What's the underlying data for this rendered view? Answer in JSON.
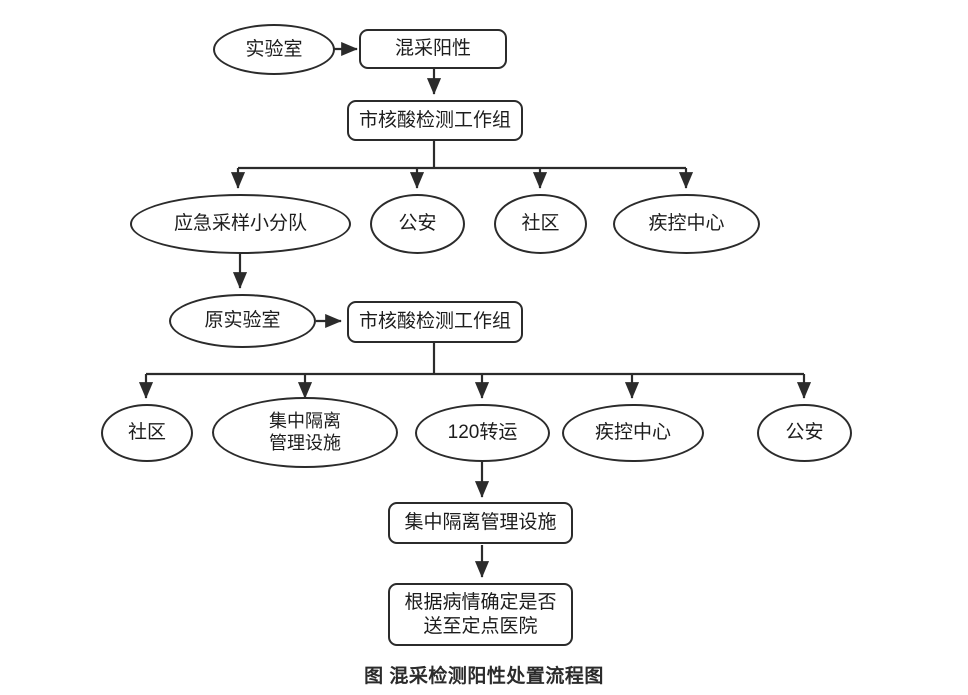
{
  "figure": {
    "caption": "图 混采检测阳性处置流程图",
    "background_color": "#ffffff",
    "line_color": "#2b2b2b",
    "text_color": "#1d1d1d"
  },
  "nodes": {
    "lab": {
      "label": "实验室",
      "shape": "ellipse"
    },
    "pooled_positive": {
      "label": "混采阳性",
      "shape": "rounded-rect"
    },
    "city_workgroup_1": {
      "label": "市核酸检测工作组",
      "shape": "rounded-rect"
    },
    "emergency_sampling_team": {
      "label": "应急采样小分队",
      "shape": "ellipse"
    },
    "police_1": {
      "label": "公安",
      "shape": "ellipse"
    },
    "community_1": {
      "label": "社区",
      "shape": "ellipse"
    },
    "cdc_1": {
      "label": "疾控中心",
      "shape": "ellipse"
    },
    "original_lab": {
      "label": "原实验室",
      "shape": "ellipse"
    },
    "city_workgroup_2": {
      "label": "市核酸检测工作组",
      "shape": "rounded-rect"
    },
    "community_2": {
      "label": "社区",
      "shape": "ellipse"
    },
    "quarantine_facility_1": {
      "label": "集中隔离\n管理设施",
      "shape": "ellipse"
    },
    "transfer_120": {
      "label": "120转运",
      "shape": "ellipse"
    },
    "cdc_2": {
      "label": "疾控中心",
      "shape": "ellipse"
    },
    "police_2": {
      "label": "公安",
      "shape": "ellipse"
    },
    "quarantine_facility_2": {
      "label": "集中隔离管理设施",
      "shape": "rounded-rect"
    },
    "hospital_decision": {
      "label": "根据病情确定是否\n送至定点医院",
      "shape": "rounded-rect"
    }
  },
  "flow_edges": [
    {
      "from": "lab",
      "to": "pooled_positive",
      "direction": "right"
    },
    {
      "from": "pooled_positive",
      "to": "city_workgroup_1",
      "direction": "down"
    },
    {
      "from": "city_workgroup_1",
      "to": "emergency_sampling_team",
      "direction": "down"
    },
    {
      "from": "city_workgroup_1",
      "to": "police_1",
      "direction": "down"
    },
    {
      "from": "city_workgroup_1",
      "to": "community_1",
      "direction": "down"
    },
    {
      "from": "city_workgroup_1",
      "to": "cdc_1",
      "direction": "down"
    },
    {
      "from": "emergency_sampling_team",
      "to": "original_lab",
      "direction": "down"
    },
    {
      "from": "original_lab",
      "to": "city_workgroup_2",
      "direction": "right"
    },
    {
      "from": "city_workgroup_2",
      "to": "community_2",
      "direction": "down"
    },
    {
      "from": "city_workgroup_2",
      "to": "quarantine_facility_1",
      "direction": "down"
    },
    {
      "from": "city_workgroup_2",
      "to": "transfer_120",
      "direction": "down"
    },
    {
      "from": "city_workgroup_2",
      "to": "cdc_2",
      "direction": "down"
    },
    {
      "from": "city_workgroup_2",
      "to": "police_2",
      "direction": "down"
    },
    {
      "from": "transfer_120",
      "to": "quarantine_facility_2",
      "direction": "down"
    },
    {
      "from": "quarantine_facility_2",
      "to": "hospital_decision",
      "direction": "down"
    }
  ]
}
